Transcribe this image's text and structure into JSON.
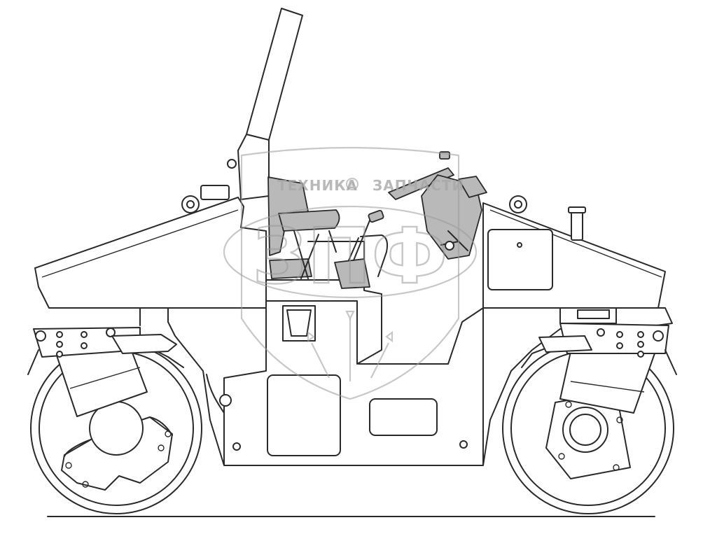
{
  "diagram": {
    "subject": "tandem vibratory road roller side view line drawing",
    "line_color": "#2a2a2a",
    "accent_fill": "#b9b9b9"
  },
  "watermark": {
    "top_left_text": "ТЕХНИКА",
    "top_right_text": "ЗАПЧАСТИ",
    "center_text": "ЗПФ",
    "color": "#9a9a9a",
    "icon": "gear-icon"
  }
}
